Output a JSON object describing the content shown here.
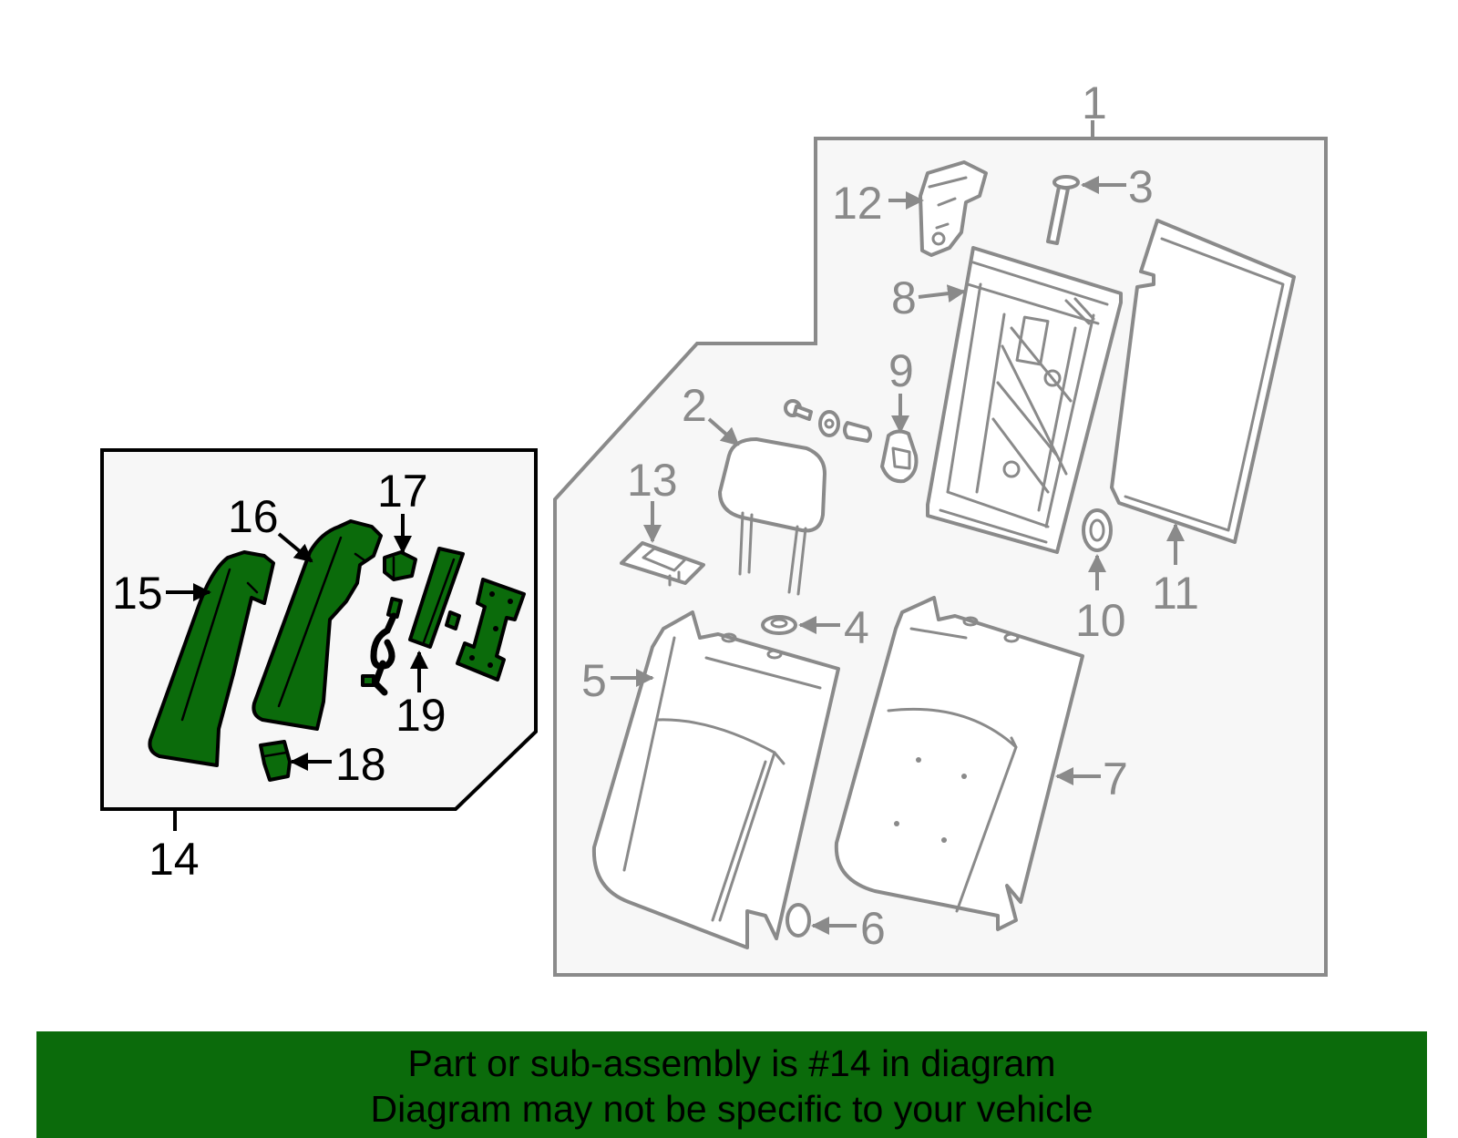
{
  "callouts": {
    "c1": "1",
    "c2": "2",
    "c3": "3",
    "c4": "4",
    "c5": "5",
    "c6": "6",
    "c7": "7",
    "c8": "8",
    "c9": "9",
    "c10": "10",
    "c11": "11",
    "c12": "12",
    "c13": "13",
    "c14": "14",
    "c15": "15",
    "c16": "16",
    "c17": "17",
    "c18": "18",
    "c19": "19"
  },
  "banner": {
    "line1": "Part or sub-assembly is #14 in diagram",
    "line2": "Diagram may not be specific to your vehicle"
  },
  "colors": {
    "highlight": "#0b6b0b",
    "outline_grey": "#8a8a8a",
    "panel_fill": "#f7f7f7"
  }
}
